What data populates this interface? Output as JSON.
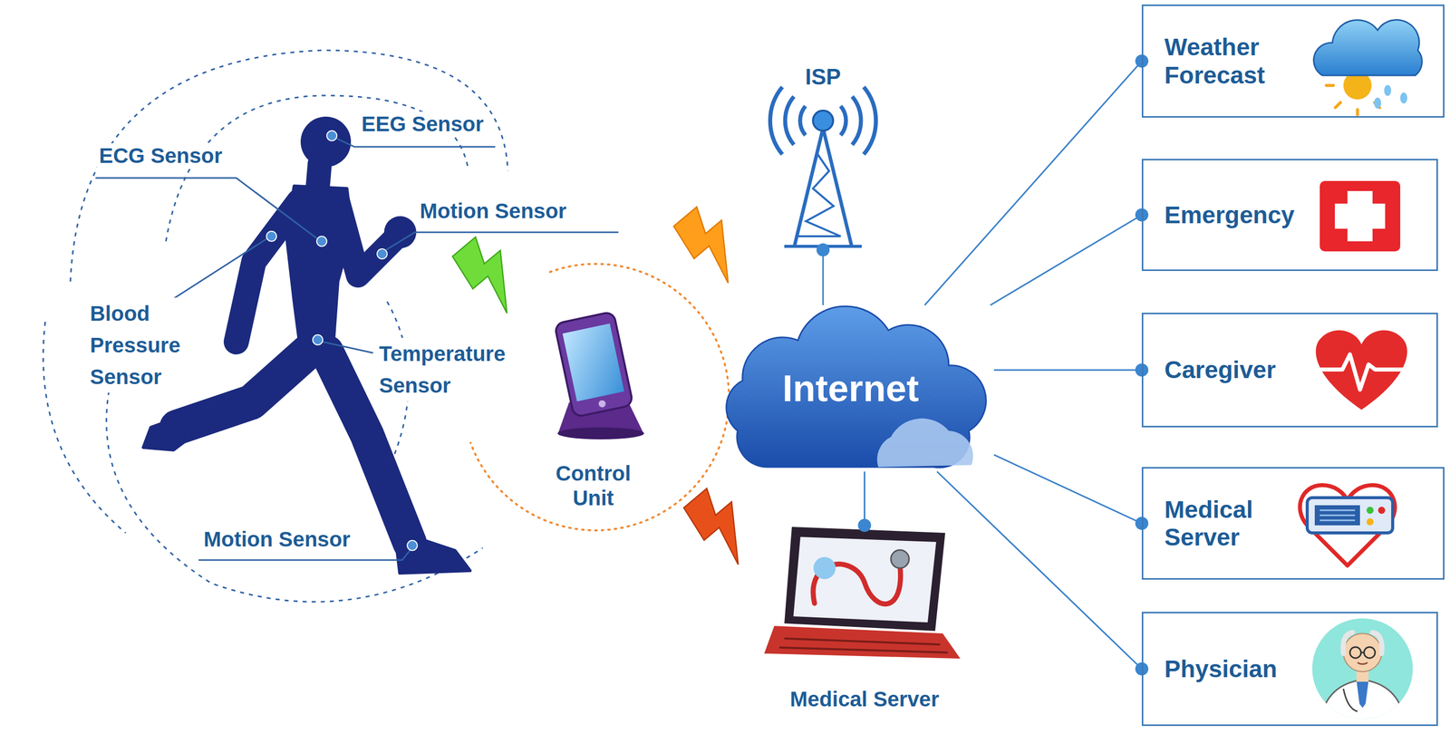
{
  "diagram": {
    "nodes": [
      {
        "text": [
          "ISP"
        ]
      },
      {
        "text": [
          "Control Unit"
        ]
      },
      {
        "text": [
          "Internet"
        ]
      },
      {
        "text": [
          "Medical Server"
        ]
      },
      {
        "text": [
          "Weather Forecast"
        ]
      },
      {
        "text": [
          "Emergency"
        ]
      },
      {
        "text": [
          "Caregiver"
        ]
      },
      {
        "text": [
          "Medical Server"
        ]
      },
      {
        "text": [
          "Physician"
        ]
      }
    ],
    "edges": [
      {
        "from": 2,
        "to": 0,
        "arrow": "none"
      },
      {
        "from": 2,
        "to": 3,
        "arrow": "none"
      },
      {
        "from": 2,
        "to": 4,
        "arrow": "none"
      },
      {
        "from": 2,
        "to": 5,
        "arrow": "none"
      },
      {
        "from": 2,
        "to": 6,
        "arrow": "none"
      },
      {
        "from": 2,
        "to": 7,
        "arrow": "none"
      },
      {
        "from": 2,
        "to": 8,
        "arrow": "none"
      }
    ],
    "labels": [
      "EEG Sensor",
      "ECG Sensor",
      "Motion Sensor",
      "Blood Pressure Sensor",
      "Temperature Sensor",
      "Motion Sensor"
    ]
  }
}
